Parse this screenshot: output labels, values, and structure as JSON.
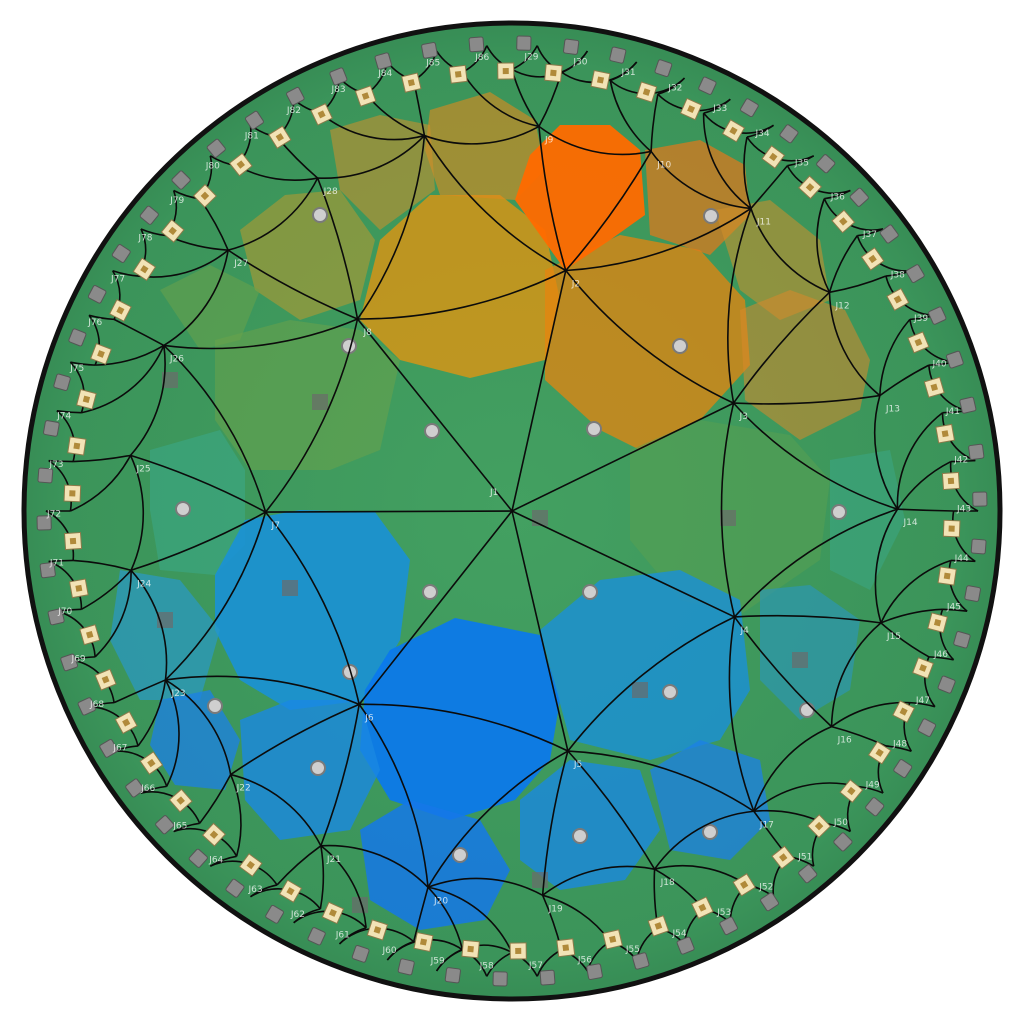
{
  "board": {
    "substrate_color": "#3f9a5c",
    "rim_color": "#111111",
    "tiling_line_color": "#0b0b0b",
    "pad_color": "#f2e3b6",
    "connector_color": "#8a8a8a"
  },
  "center_label": "J1",
  "inner_labels": [
    "J2",
    "J3",
    "J4",
    "J5",
    "J6",
    "J7",
    "J8",
    "J9",
    "J10",
    "J11",
    "J12",
    "J13",
    "J14",
    "J15",
    "J16",
    "J17",
    "J18",
    "J19",
    "J20",
    "J21",
    "J22",
    "J23",
    "J24",
    "J25",
    "J26",
    "J27",
    "J28"
  ],
  "rim_labels": [
    "J29",
    "J30",
    "J31",
    "J32",
    "J33",
    "J34",
    "J35",
    "J36",
    "J37",
    "J38",
    "J39",
    "J40",
    "J41",
    "J42",
    "J43",
    "J44",
    "J45",
    "J46",
    "J47",
    "J48",
    "J49",
    "J50",
    "J51",
    "J52",
    "J53",
    "J54",
    "J55",
    "J56",
    "J57",
    "J58",
    "J59",
    "J60",
    "J61",
    "J62",
    "J63",
    "J64",
    "J65",
    "J66",
    "J67",
    "J68",
    "J69",
    "J70",
    "J71",
    "J72",
    "J73",
    "J74",
    "J75",
    "J76",
    "J77",
    "J78",
    "J79",
    "J80",
    "J81",
    "J82",
    "J83",
    "J84",
    "J85",
    "J86"
  ],
  "regions": [
    {
      "name": "orange-peak",
      "color": "#ff6a00",
      "opacity": 0.95
    },
    {
      "name": "upper-orange-left",
      "color": "#e8940e",
      "opacity": 0.75
    },
    {
      "name": "upper-orange-right",
      "color": "#e6840f",
      "opacity": 0.75
    },
    {
      "name": "upper-amber",
      "color": "#e08a1c",
      "opacity": 0.6
    },
    {
      "name": "upper-orange-far",
      "color": "#e4771a",
      "opacity": 0.7
    },
    {
      "name": "upper-ochre",
      "color": "#c79a2a",
      "opacity": 0.5
    },
    {
      "name": "upper-tan",
      "color": "#d2902a",
      "opacity": 0.55
    },
    {
      "name": "left-olive",
      "color": "#6aa34a",
      "opacity": 0.55
    },
    {
      "name": "left-teal",
      "color": "#3aaa8a",
      "opacity": 0.55
    },
    {
      "name": "right-olive",
      "color": "#5aa050",
      "opacity": 0.5
    },
    {
      "name": "right-orange",
      "color": "#d9892a",
      "opacity": 0.55
    },
    {
      "name": "right-teal",
      "color": "#3aa88a",
      "opacity": 0.5
    },
    {
      "name": "blue-peak",
      "color": "#0a78ee",
      "opacity": 0.92
    },
    {
      "name": "blue-left",
      "color": "#1890dd",
      "opacity": 0.85
    },
    {
      "name": "blue-left-lower",
      "color": "#1a88e2",
      "opacity": 0.8
    },
    {
      "name": "blue-right",
      "color": "#1a90d8",
      "opacity": 0.8
    },
    {
      "name": "blue-bottom",
      "color": "#1578e8",
      "opacity": 0.85
    },
    {
      "name": "blue-bottom-right",
      "color": "#1a88e0",
      "opacity": 0.8
    },
    {
      "name": "blue-far-left",
      "color": "#2a98c8",
      "opacity": 0.7
    },
    {
      "name": "blue-far-right",
      "color": "#2a96c0",
      "opacity": 0.6
    },
    {
      "name": "blue-bottom-far",
      "color": "#1c80e6",
      "opacity": 0.75
    }
  ]
}
